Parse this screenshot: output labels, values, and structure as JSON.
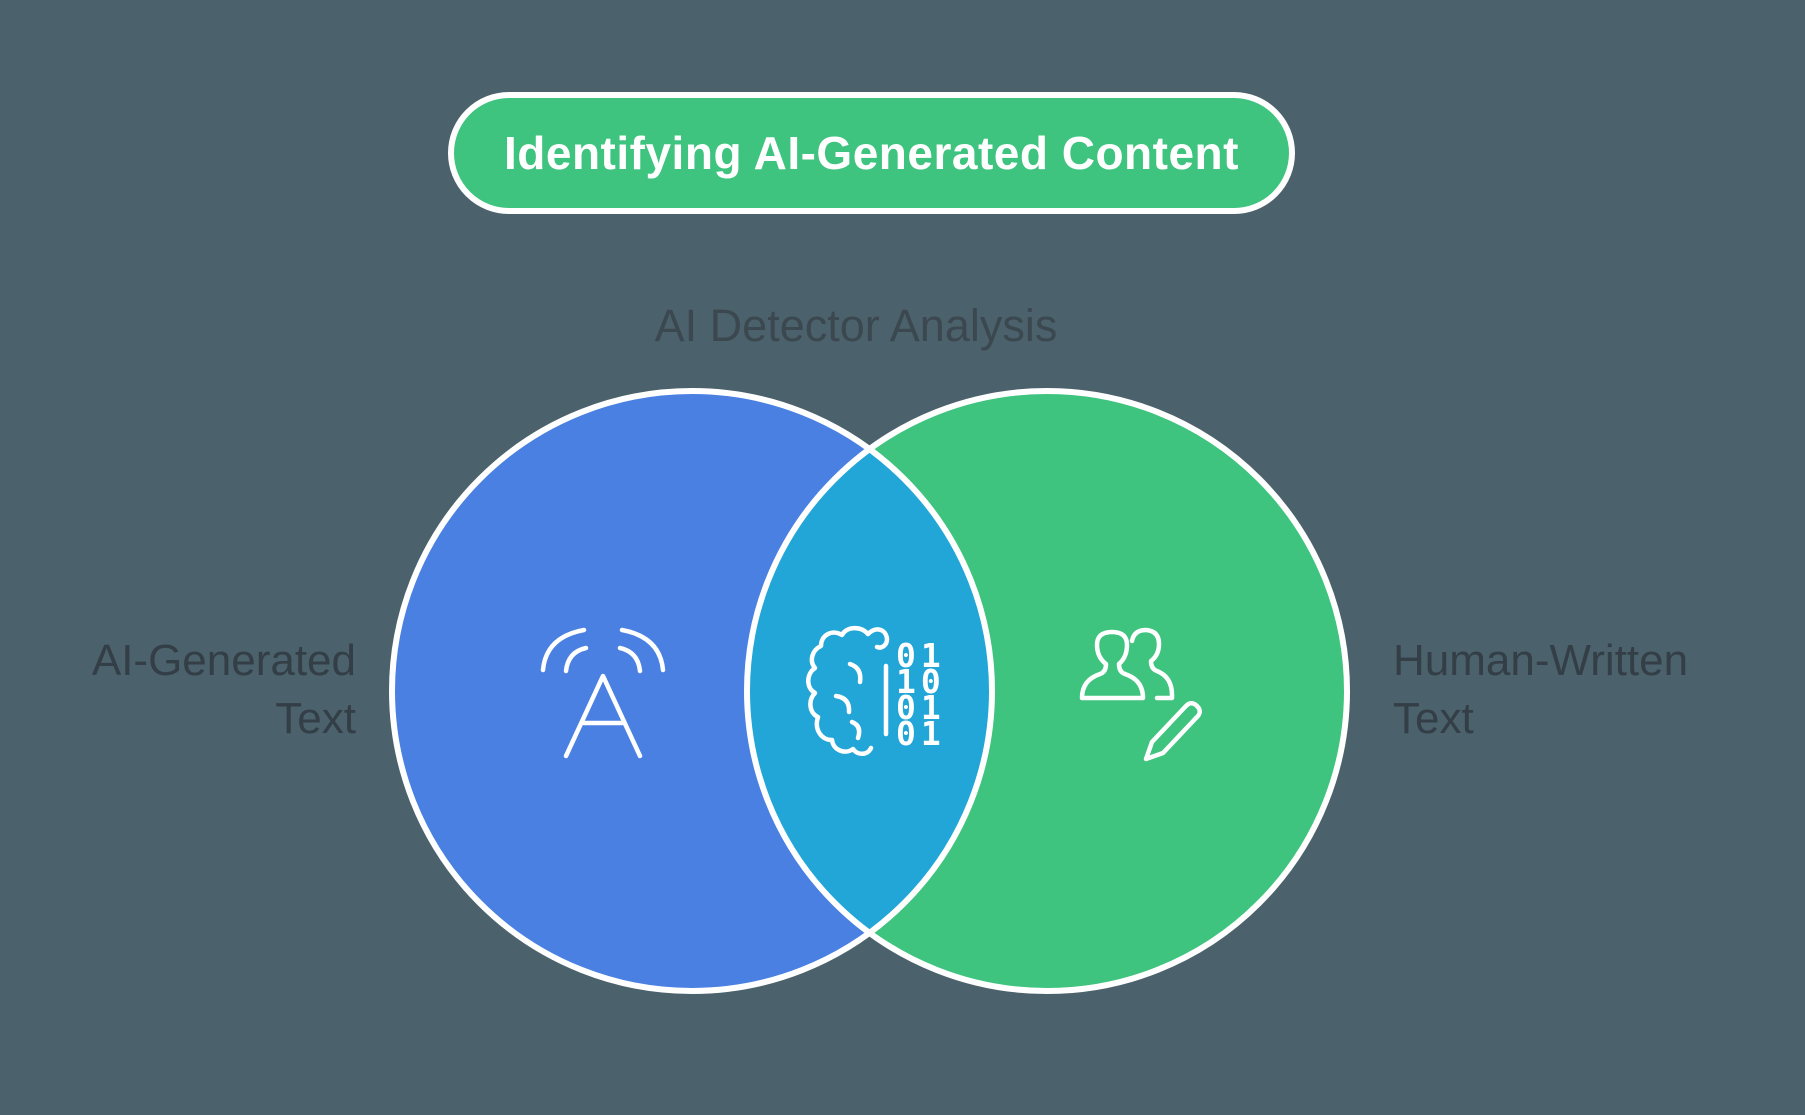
{
  "title": {
    "label": "Identifying AI-Generated Content"
  },
  "diagram": {
    "heading": "AI Detector Analysis",
    "left_set": {
      "line1": "AI-Generated",
      "line2": "Text",
      "icon": "ai-text-icon",
      "color": "#4A80E2"
    },
    "right_set": {
      "line1": "Human-Written",
      "line2": "Text",
      "icon": "human-writer-icon",
      "color": "#3EC47E"
    },
    "intersection": {
      "icon": "brain-binary-icon",
      "color": "#22A5D7",
      "binary_rows": [
        "01",
        "10",
        "01",
        "01"
      ]
    }
  },
  "colors": {
    "background": "#4B626C",
    "pill_fill": "#3EC47E",
    "pill_border": "#FFFFFF",
    "circle_stroke": "#FFFFFF",
    "heading_text": "#3C4850",
    "label_text": "#333E46",
    "title_text": "#FFFFFF",
    "icon_stroke": "#FFFFFF"
  }
}
